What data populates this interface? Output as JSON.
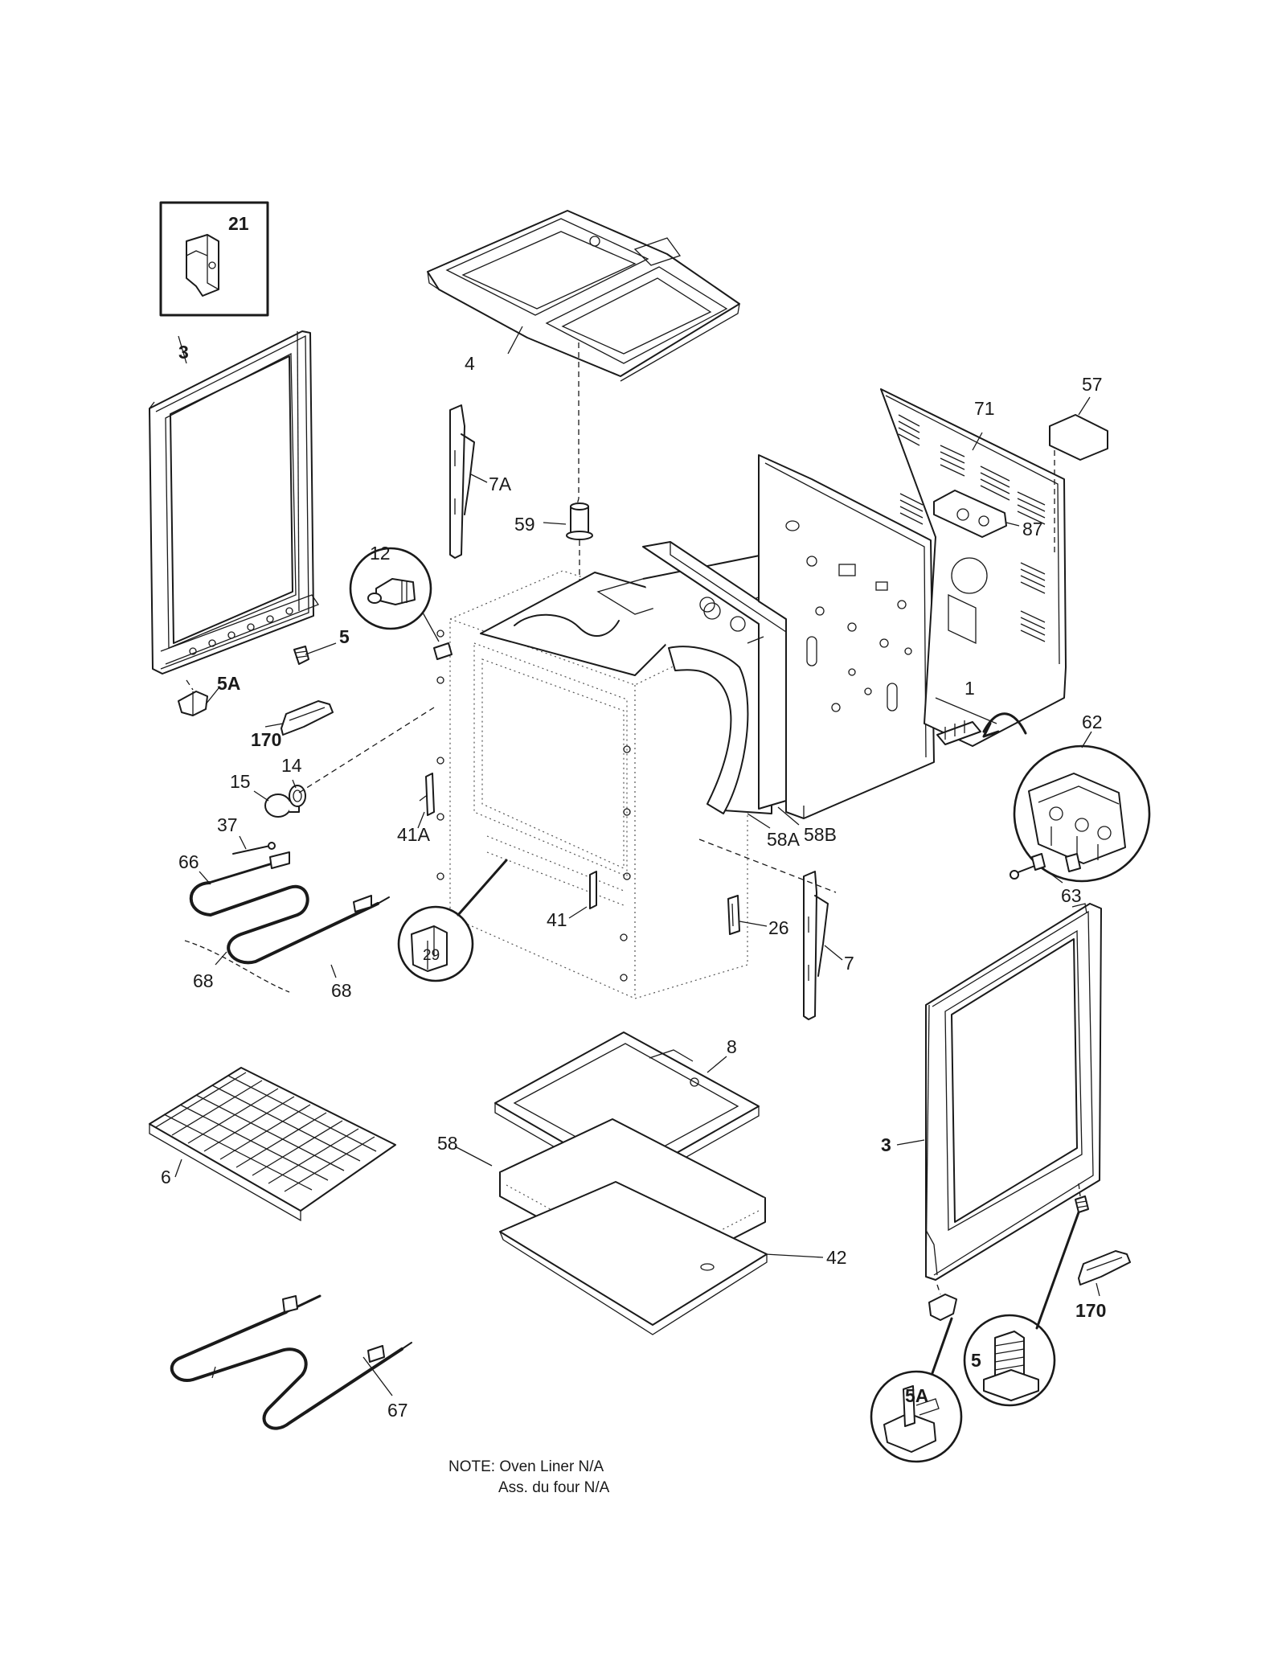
{
  "labels": {
    "l3_top": "3",
    "l3_right": "3",
    "l4": "4",
    "l5_left": "5",
    "l5_right": "5",
    "l5a_left": "5A",
    "l5a_right": "5A",
    "l1": "1",
    "l6": "6",
    "l7": "7",
    "l7a": "7A",
    "l8": "8",
    "l12": "12",
    "l14": "14",
    "l15": "15",
    "l21": "21",
    "l26": "26",
    "l29": "29",
    "l37": "37",
    "l41": "41",
    "l41a": "41A",
    "l42": "42",
    "l57": "57",
    "l58": "58",
    "l58a": "58A",
    "l58b": "58B",
    "l59": "59",
    "l62": "62",
    "l63": "63",
    "l66": "66",
    "l67": "67",
    "l68_left": "68",
    "l68_right": "68",
    "l71": "71",
    "l87": "87",
    "l170_left": "170",
    "l170_right": "170"
  },
  "note": {
    "line1": "NOTE: Oven Liner N/A",
    "line2": "Ass. du four N/A"
  }
}
